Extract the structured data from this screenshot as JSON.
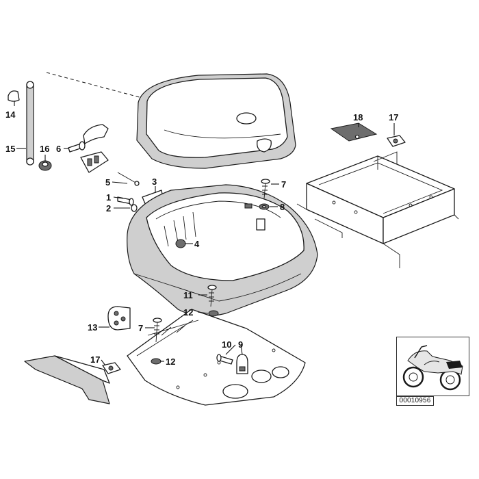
{
  "callouts": {
    "c1": "1",
    "c2": "2",
    "c3": "3",
    "c4": "4",
    "c5": "5",
    "c6": "6",
    "c7a": "7",
    "c7b": "7",
    "c8": "8",
    "c9": "9",
    "c10": "10",
    "c11": "11",
    "c12a": "12",
    "c12b": "12",
    "c13": "13",
    "c14": "14",
    "c15": "15",
    "c16": "16",
    "c17a": "17",
    "c17b": "17",
    "c18": "18"
  },
  "reference_number": "00010956",
  "colors": {
    "line": "#1a1a1a",
    "shade": "#cfcfcf",
    "dark": "#6d6d6d",
    "background": "#ffffff"
  }
}
